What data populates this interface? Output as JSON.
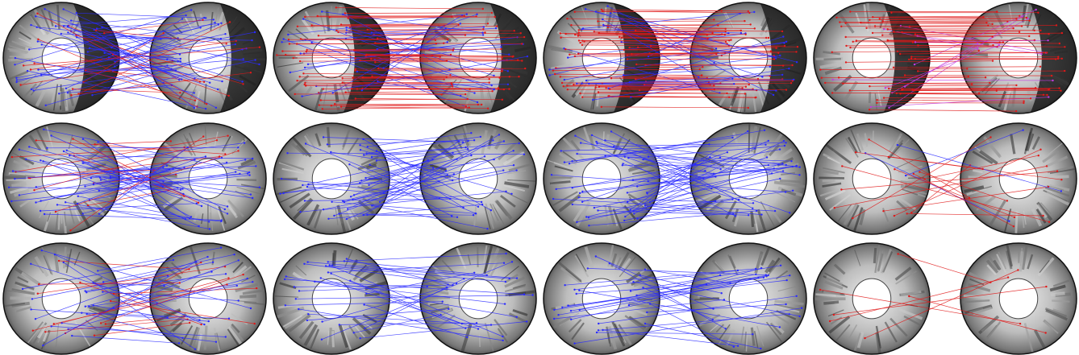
{
  "figure": {
    "rows": 3,
    "columns": 4,
    "panels": [
      {
        "row": 0,
        "col": 0,
        "image": "fisheye-pair-with-matches",
        "dominant_match_color": "#2a2aff",
        "secondary_match_color": "#e01818",
        "match_count": 60
      },
      {
        "row": 0,
        "col": 1,
        "image": "fisheye-pair-with-matches",
        "dominant_match_color": "#e01818",
        "secondary_match_color": "#2a2aff",
        "match_count": 90
      },
      {
        "row": 0,
        "col": 2,
        "image": "fisheye-pair-with-matches",
        "dominant_match_color": "#e01818",
        "secondary_match_color": "#2a2aff",
        "match_count": 90
      },
      {
        "row": 0,
        "col": 3,
        "image": "fisheye-pair-with-matches",
        "dominant_match_color": "#e01818",
        "secondary_match_color": "#c23be0",
        "match_count": 70
      },
      {
        "row": 1,
        "col": 0,
        "image": "fisheye-pair-with-matches",
        "dominant_match_color": "#2a2aff",
        "secondary_match_color": "#e01818",
        "match_count": 55
      },
      {
        "row": 1,
        "col": 1,
        "image": "fisheye-pair-with-matches",
        "dominant_match_color": "#2a2aff",
        "secondary_match_color": "#2a2aff",
        "match_count": 45
      },
      {
        "row": 1,
        "col": 2,
        "image": "fisheye-pair-with-matches",
        "dominant_match_color": "#2a2aff",
        "secondary_match_color": "#2a2aff",
        "match_count": 50
      },
      {
        "row": 1,
        "col": 3,
        "image": "fisheye-pair-with-matches",
        "dominant_match_color": "#e01818",
        "secondary_match_color": "#2a2aff",
        "match_count": 18
      },
      {
        "row": 2,
        "col": 0,
        "image": "fisheye-pair-with-matches",
        "dominant_match_color": "#2a2aff",
        "secondary_match_color": "#e01818",
        "match_count": 40
      },
      {
        "row": 2,
        "col": 1,
        "image": "fisheye-pair-with-matches",
        "dominant_match_color": "#2a2aff",
        "secondary_match_color": "#2a2aff",
        "match_count": 30
      },
      {
        "row": 2,
        "col": 2,
        "image": "fisheye-pair-with-matches",
        "dominant_match_color": "#2a2aff",
        "secondary_match_color": "#2a2aff",
        "match_count": 30
      },
      {
        "row": 2,
        "col": 3,
        "image": "fisheye-pair-with-matches",
        "dominant_match_color": "#e01818",
        "secondary_match_color": "#c23be0",
        "match_count": 6
      }
    ]
  }
}
